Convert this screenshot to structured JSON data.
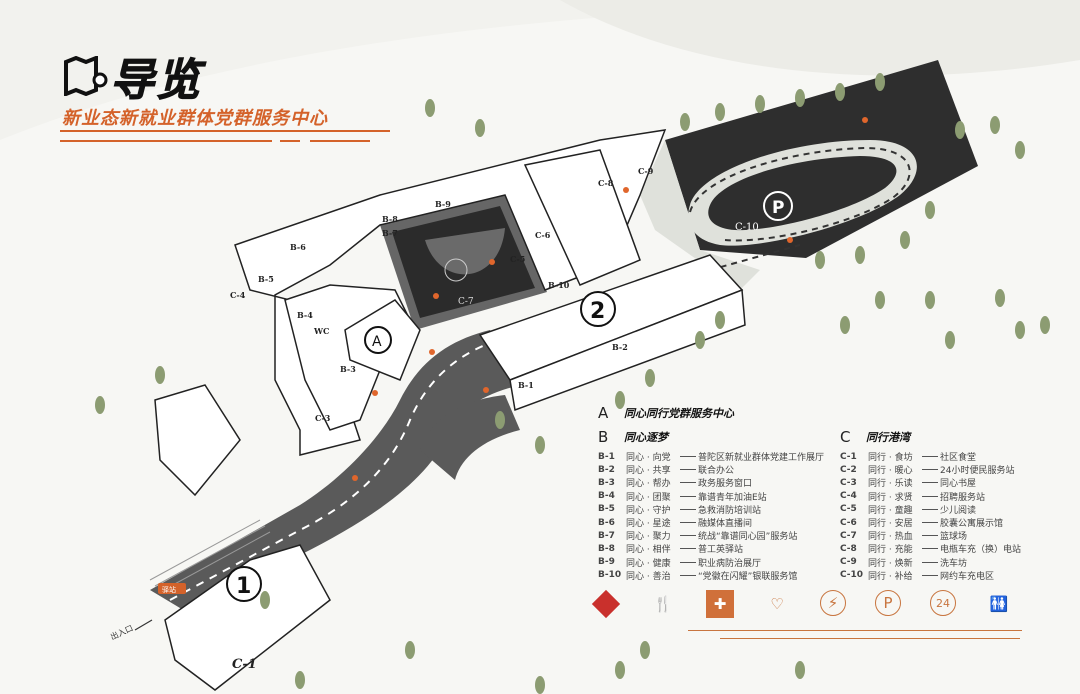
{
  "header": {
    "title": "导览",
    "subtitle": "新业态新就业群体党群服务中心"
  },
  "map": {
    "zone_markers": [
      "1",
      "2",
      "A"
    ],
    "entrance_label": "出入口",
    "sign_label": "驿站",
    "building_labels": {
      "b1": "B-1",
      "b2": "B-2",
      "b3": "B-3",
      "b4": "B-4",
      "b5": "B-5",
      "b6": "B-6",
      "b7": "B-7",
      "b8": "B-8",
      "b9": "B-9",
      "b10": "B-10",
      "c1": "C-1",
      "c3": "C-3",
      "c4": "C-4",
      "c5": "C-5",
      "c6": "C-6",
      "c7": "C-7",
      "c8": "C-8",
      "c9": "C-9",
      "c10": "C-10",
      "wc": "WC"
    },
    "colors": {
      "accent": "#d4622a",
      "dark": "#2e2e2e",
      "road": "#5a5a5a",
      "tree": "#8c9c72"
    }
  },
  "legend": {
    "a": {
      "letter": "A",
      "title": "同心同行党群服务中心"
    },
    "b": {
      "letter": "B",
      "title": "同心逐梦",
      "items": [
        {
          "code": "B-1",
          "name": "同心 · 向党",
          "desc": "普陀区新就业群体党建工作展厅"
        },
        {
          "code": "B-2",
          "name": "同心 · 共享",
          "desc": "联合办公"
        },
        {
          "code": "B-3",
          "name": "同心 · 帮办",
          "desc": "政务服务窗口"
        },
        {
          "code": "B-4",
          "name": "同心 · 团聚",
          "desc": "靠谱青年加油E站"
        },
        {
          "code": "B-5",
          "name": "同心 · 守护",
          "desc": "急救消防培训站"
        },
        {
          "code": "B-6",
          "name": "同心 · 星途",
          "desc": "融媒体直播间"
        },
        {
          "code": "B-7",
          "name": "同心 · 聚力",
          "desc": "统战“靠谱同心园”服务站"
        },
        {
          "code": "B-8",
          "name": "同心 · 相伴",
          "desc": "普工英驿站"
        },
        {
          "code": "B-9",
          "name": "同心 · 健康",
          "desc": "职业病防治展厅"
        },
        {
          "code": "B-10",
          "name": "同心 · 善治",
          "desc": "“党徽在闪耀”银联服务馆"
        }
      ]
    },
    "c": {
      "letter": "C",
      "title": "同行港湾",
      "items": [
        {
          "code": "C-1",
          "name": "同行 · 食坊",
          "desc": "社区食堂"
        },
        {
          "code": "C-2",
          "name": "同行 · 暖心",
          "desc": "24小时便民服务站"
        },
        {
          "code": "C-3",
          "name": "同行 · 乐读",
          "desc": "同心书屋"
        },
        {
          "code": "C-4",
          "name": "同行 · 求贤",
          "desc": "招聘服务站"
        },
        {
          "code": "C-5",
          "name": "同行 · 童趣",
          "desc": "少儿阅读"
        },
        {
          "code": "C-6",
          "name": "同行 · 安居",
          "desc": "胶囊公寓展示馆"
        },
        {
          "code": "C-7",
          "name": "同行 · 热血",
          "desc": "篮球场"
        },
        {
          "code": "C-8",
          "name": "同行 · 充能",
          "desc": "电瓶车充（换）电站"
        },
        {
          "code": "C-9",
          "name": "同行 · 焕新",
          "desc": "洗车坊"
        },
        {
          "code": "C-10",
          "name": "同行 · 补给",
          "desc": "网约车充电区"
        }
      ]
    },
    "icons": [
      "party-emblem-icon",
      "dining-icon",
      "first-aid-station-icon",
      "care-hands-icon",
      "ebike-charging-icon",
      "parking-icon",
      "24-hour-icon",
      "restroom-icon"
    ],
    "icon_24_text": "24",
    "icon_parking_text": "P"
  }
}
